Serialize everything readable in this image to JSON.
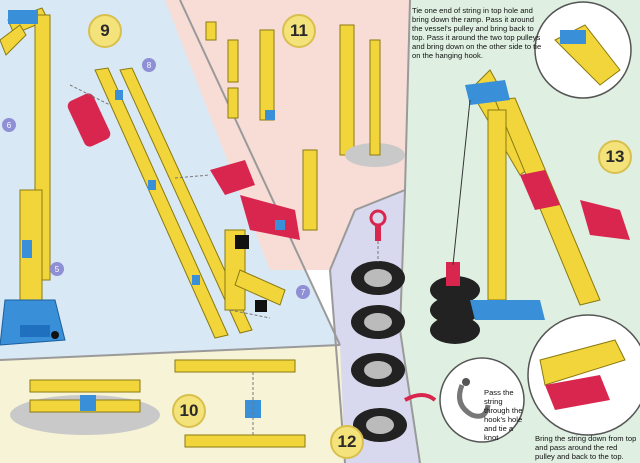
{
  "steps": {
    "s9": "9",
    "s10": "10",
    "s11": "11",
    "s12": "12",
    "s13": "13"
  },
  "substeps": [
    "6",
    "8",
    "7",
    "5"
  ],
  "notes": {
    "top_right": "Tie one end of string in top hole and bring down the ramp. Pass it around the vessel's pulley and bring back to top. Pass it around the two top pulleys and bring down on the other side to tie on the hanging hook.",
    "hook": "Pass the string through the hook's hole and tie a knot",
    "bottom_right": "Bring the string down from top and pass around the red pulley and back to the top."
  },
  "colors": {
    "panel_blue": "#d9e8f5",
    "panel_pink": "#f8dcd6",
    "panel_green": "#dff0e2",
    "panel_yellow": "#f7f3d6",
    "panel_lavender": "#d8d8ee",
    "beam_yellow": "#f2d53a",
    "joint_blue": "#3a8fd9",
    "part_red": "#d8264e"
  }
}
